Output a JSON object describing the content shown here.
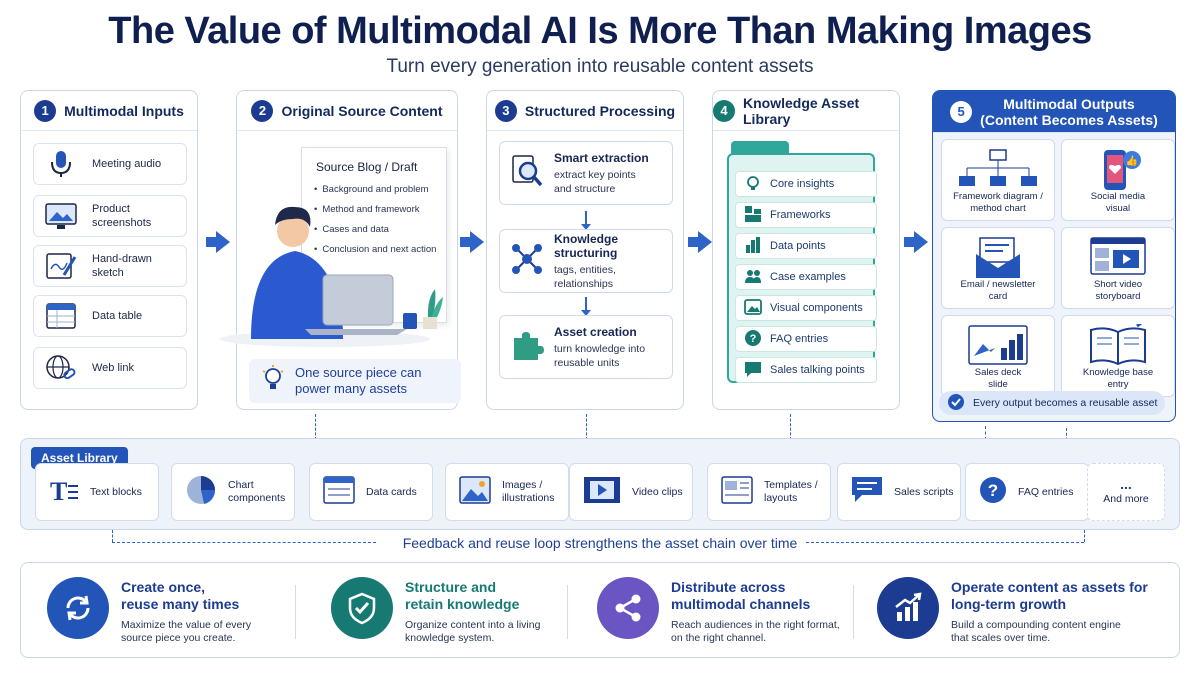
{
  "header": {
    "title": "The Value of Multimodal AI Is More Than Making Images",
    "subtitle": "Turn every generation into reusable content assets"
  },
  "stages": {
    "s1": {
      "number": "1",
      "title": "Multimodal Inputs",
      "items": [
        "Meeting audio",
        "Product screenshots",
        "Hand-drawn sketch",
        "Data table",
        "Web link"
      ]
    },
    "s2": {
      "number": "2",
      "title": "Original Source Content",
      "doc_title": "Source Blog / Draft",
      "doc_points": [
        "Background and problem",
        "Method and framework",
        "Cases and data",
        "Conclusion and next action"
      ],
      "callout_line1": "One source piece can",
      "callout_line2": "power many assets"
    },
    "s3": {
      "number": "3",
      "title": "Structured Processing",
      "steps": [
        {
          "title": "Smart extraction",
          "desc1": "extract key points",
          "desc2": "and structure"
        },
        {
          "title": "Knowledge structuring",
          "desc1": "tags, entities,",
          "desc2": "relationships"
        },
        {
          "title": "Asset creation",
          "desc1": "turn knowledge into",
          "desc2": "reusable units"
        }
      ]
    },
    "s4": {
      "number": "4",
      "title": "Knowledge Asset Library",
      "items": [
        "Core insights",
        "Frameworks",
        "Data points",
        "Case examples",
        "Visual components",
        "FAQ entries",
        "Sales talking points"
      ]
    },
    "s5": {
      "number": "5",
      "title_line1": "Multimodal Outputs",
      "title_line2": "(Content Becomes Assets)",
      "outputs": [
        {
          "line1": "Framework diagram /",
          "line2": "method chart"
        },
        {
          "line1": "Social media",
          "line2": "visual"
        },
        {
          "line1": "Email / newsletter",
          "line2": "card"
        },
        {
          "line1": "Short video",
          "line2": "storyboard"
        },
        {
          "line1": "Sales deck",
          "line2": "slide"
        },
        {
          "line1": "Knowledge base",
          "line2": "entry"
        }
      ],
      "banner": "Every output becomes a reusable asset"
    }
  },
  "asset_library": {
    "label": "Asset Library",
    "items": [
      {
        "line1": "Text blocks",
        "line2": ""
      },
      {
        "line1": "Chart",
        "line2": "components"
      },
      {
        "line1": "Data cards",
        "line2": ""
      },
      {
        "line1": "Images /",
        "line2": "illustrations"
      },
      {
        "line1": "Video clips",
        "line2": ""
      },
      {
        "line1": "Templates /",
        "line2": "layouts"
      },
      {
        "line1": "Sales scripts",
        "line2": ""
      },
      {
        "line1": "FAQ entries",
        "line2": ""
      },
      {
        "line1": "...",
        "line2": "And more"
      }
    ]
  },
  "feedback": "Feedback and reuse loop strengthens the asset chain over time",
  "benefits": [
    {
      "t1": "Create once,",
      "t2": "reuse many times",
      "d1": "Maximize the value of every",
      "d2": "source piece you create.",
      "color": "#2354b8"
    },
    {
      "t1": "Structure and",
      "t2": "retain knowledge",
      "d1": "Organize content into a living",
      "d2": "knowledge system.",
      "color": "#167a72"
    },
    {
      "t1": "Distribute across",
      "t2": "multimodal channels",
      "d1": "Reach audiences in the right format,",
      "d2": "on the right channel.",
      "color": "#6a55c2"
    },
    {
      "t1": "Operate content as assets for",
      "t2": "long-term growth",
      "d1": "Build a compounding content engine",
      "d2": "that scales over time.",
      "color": "#1c3c91"
    }
  ],
  "colors": {
    "primary": "#2354b8",
    "teal": "#167a72",
    "purple": "#6a55c2",
    "navy": "#0f1f4f"
  }
}
